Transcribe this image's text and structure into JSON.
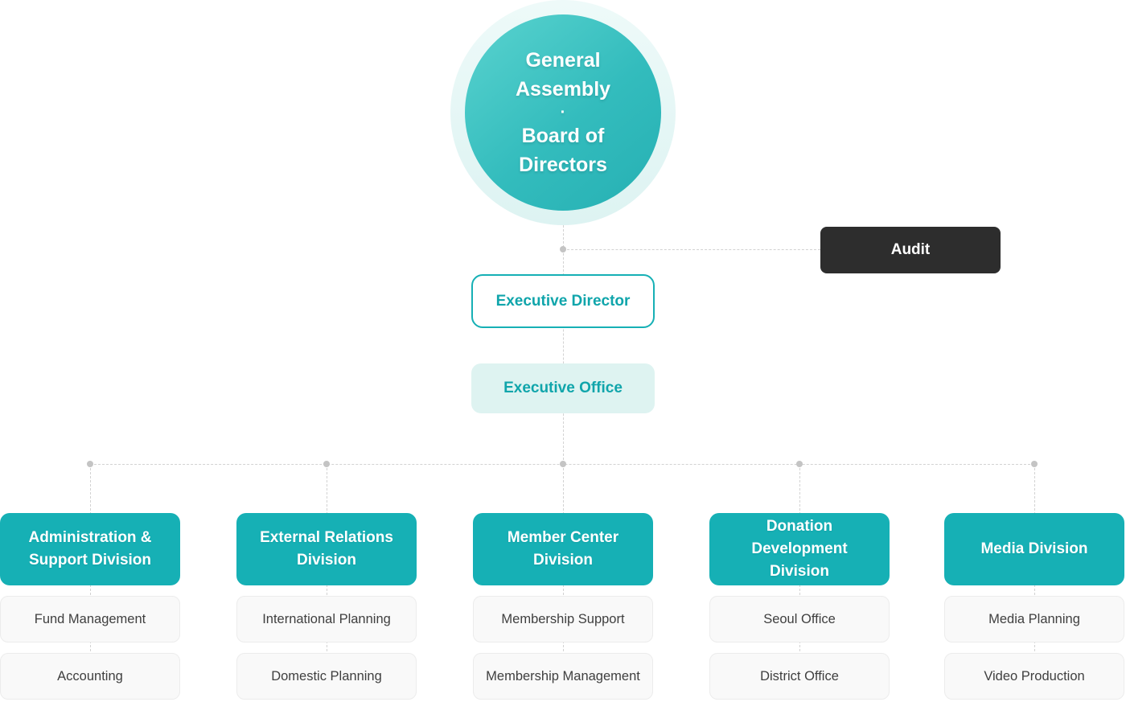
{
  "palette": {
    "teal": "#16b0b5",
    "teal_gradient_light": "#5ad3cf",
    "teal_text": "#10a5ab",
    "teal_light_bg": "#def3f1",
    "halo_bg": "#e6f7f6",
    "audit_bg": "#2d2d2d",
    "connector_gray": "#d2d2d2",
    "dot_gray": "#c4c4c4",
    "department_bg": "#f9f9f9",
    "department_border": "#ececec",
    "department_text": "#3f3f3f"
  },
  "top_node": {
    "line1": "General Assembly",
    "separator": "·",
    "line2": "Board of Directors"
  },
  "audit": {
    "label": "Audit"
  },
  "executive_director": {
    "label": "Executive Director"
  },
  "executive_office": {
    "label": "Executive Office"
  },
  "divisions": [
    {
      "name": "Administration & Support Division",
      "departments": [
        "Fund Management",
        "Accounting"
      ]
    },
    {
      "name": "External Relations Division",
      "departments": [
        "International Planning",
        "Domestic Planning"
      ]
    },
    {
      "name": "Member Center Division",
      "departments": [
        "Membership Support",
        "Membership Management"
      ]
    },
    {
      "name": "Donation Development Division",
      "departments": [
        "Seoul Office",
        "District Office"
      ]
    },
    {
      "name": "Media Division",
      "departments": [
        "Media Planning",
        "Video Production"
      ]
    }
  ]
}
